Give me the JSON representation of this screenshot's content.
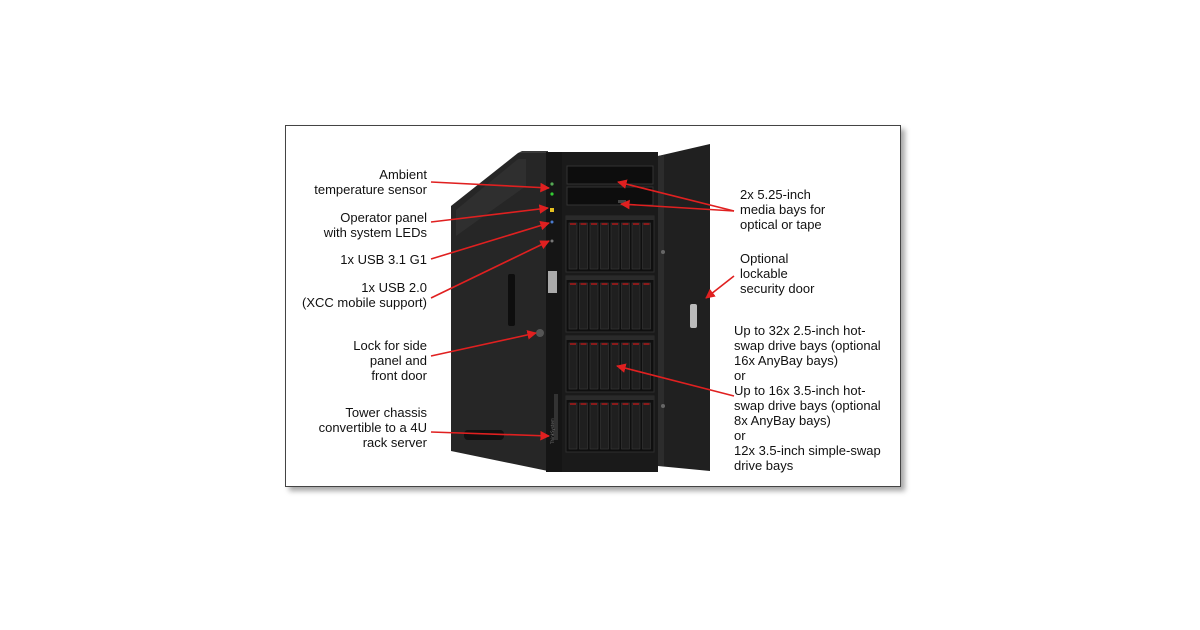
{
  "callouts_left": [
    {
      "id": "ambient",
      "text": "Ambient\ntemperature sensor"
    },
    {
      "id": "operator",
      "text": "Operator panel\nwith system LEDs"
    },
    {
      "id": "usb31",
      "text": "1x USB 3.1 G1"
    },
    {
      "id": "usb20",
      "text": "1x USB 2.0\n(XCC mobile support)"
    },
    {
      "id": "lock",
      "text": "Lock for side\npanel and\nfront door"
    },
    {
      "id": "chassis",
      "text": "Tower chassis\nconvertible to a 4U\nrack server"
    }
  ],
  "callouts_right": [
    {
      "id": "media",
      "text": "2x 5.25-inch\nmedia bays for\noptical or tape"
    },
    {
      "id": "door",
      "text": "Optional\nlockable\nsecurity door"
    },
    {
      "id": "drives",
      "text": "Up to 32x 2.5-inch hot-\nswap drive bays (optional\n16x AnyBay bays)\nor\nUp to 16x 3.5-inch hot-\nswap drive bays (optional\n8x AnyBay bays)\nor\n12x 3.5-inch simple-swap\ndrive bays"
    }
  ],
  "brand_text": "ThinkSystem",
  "colors": {
    "arrow": "#e02020",
    "chassis": "#1c1c1c",
    "frame_border": "#444444"
  }
}
